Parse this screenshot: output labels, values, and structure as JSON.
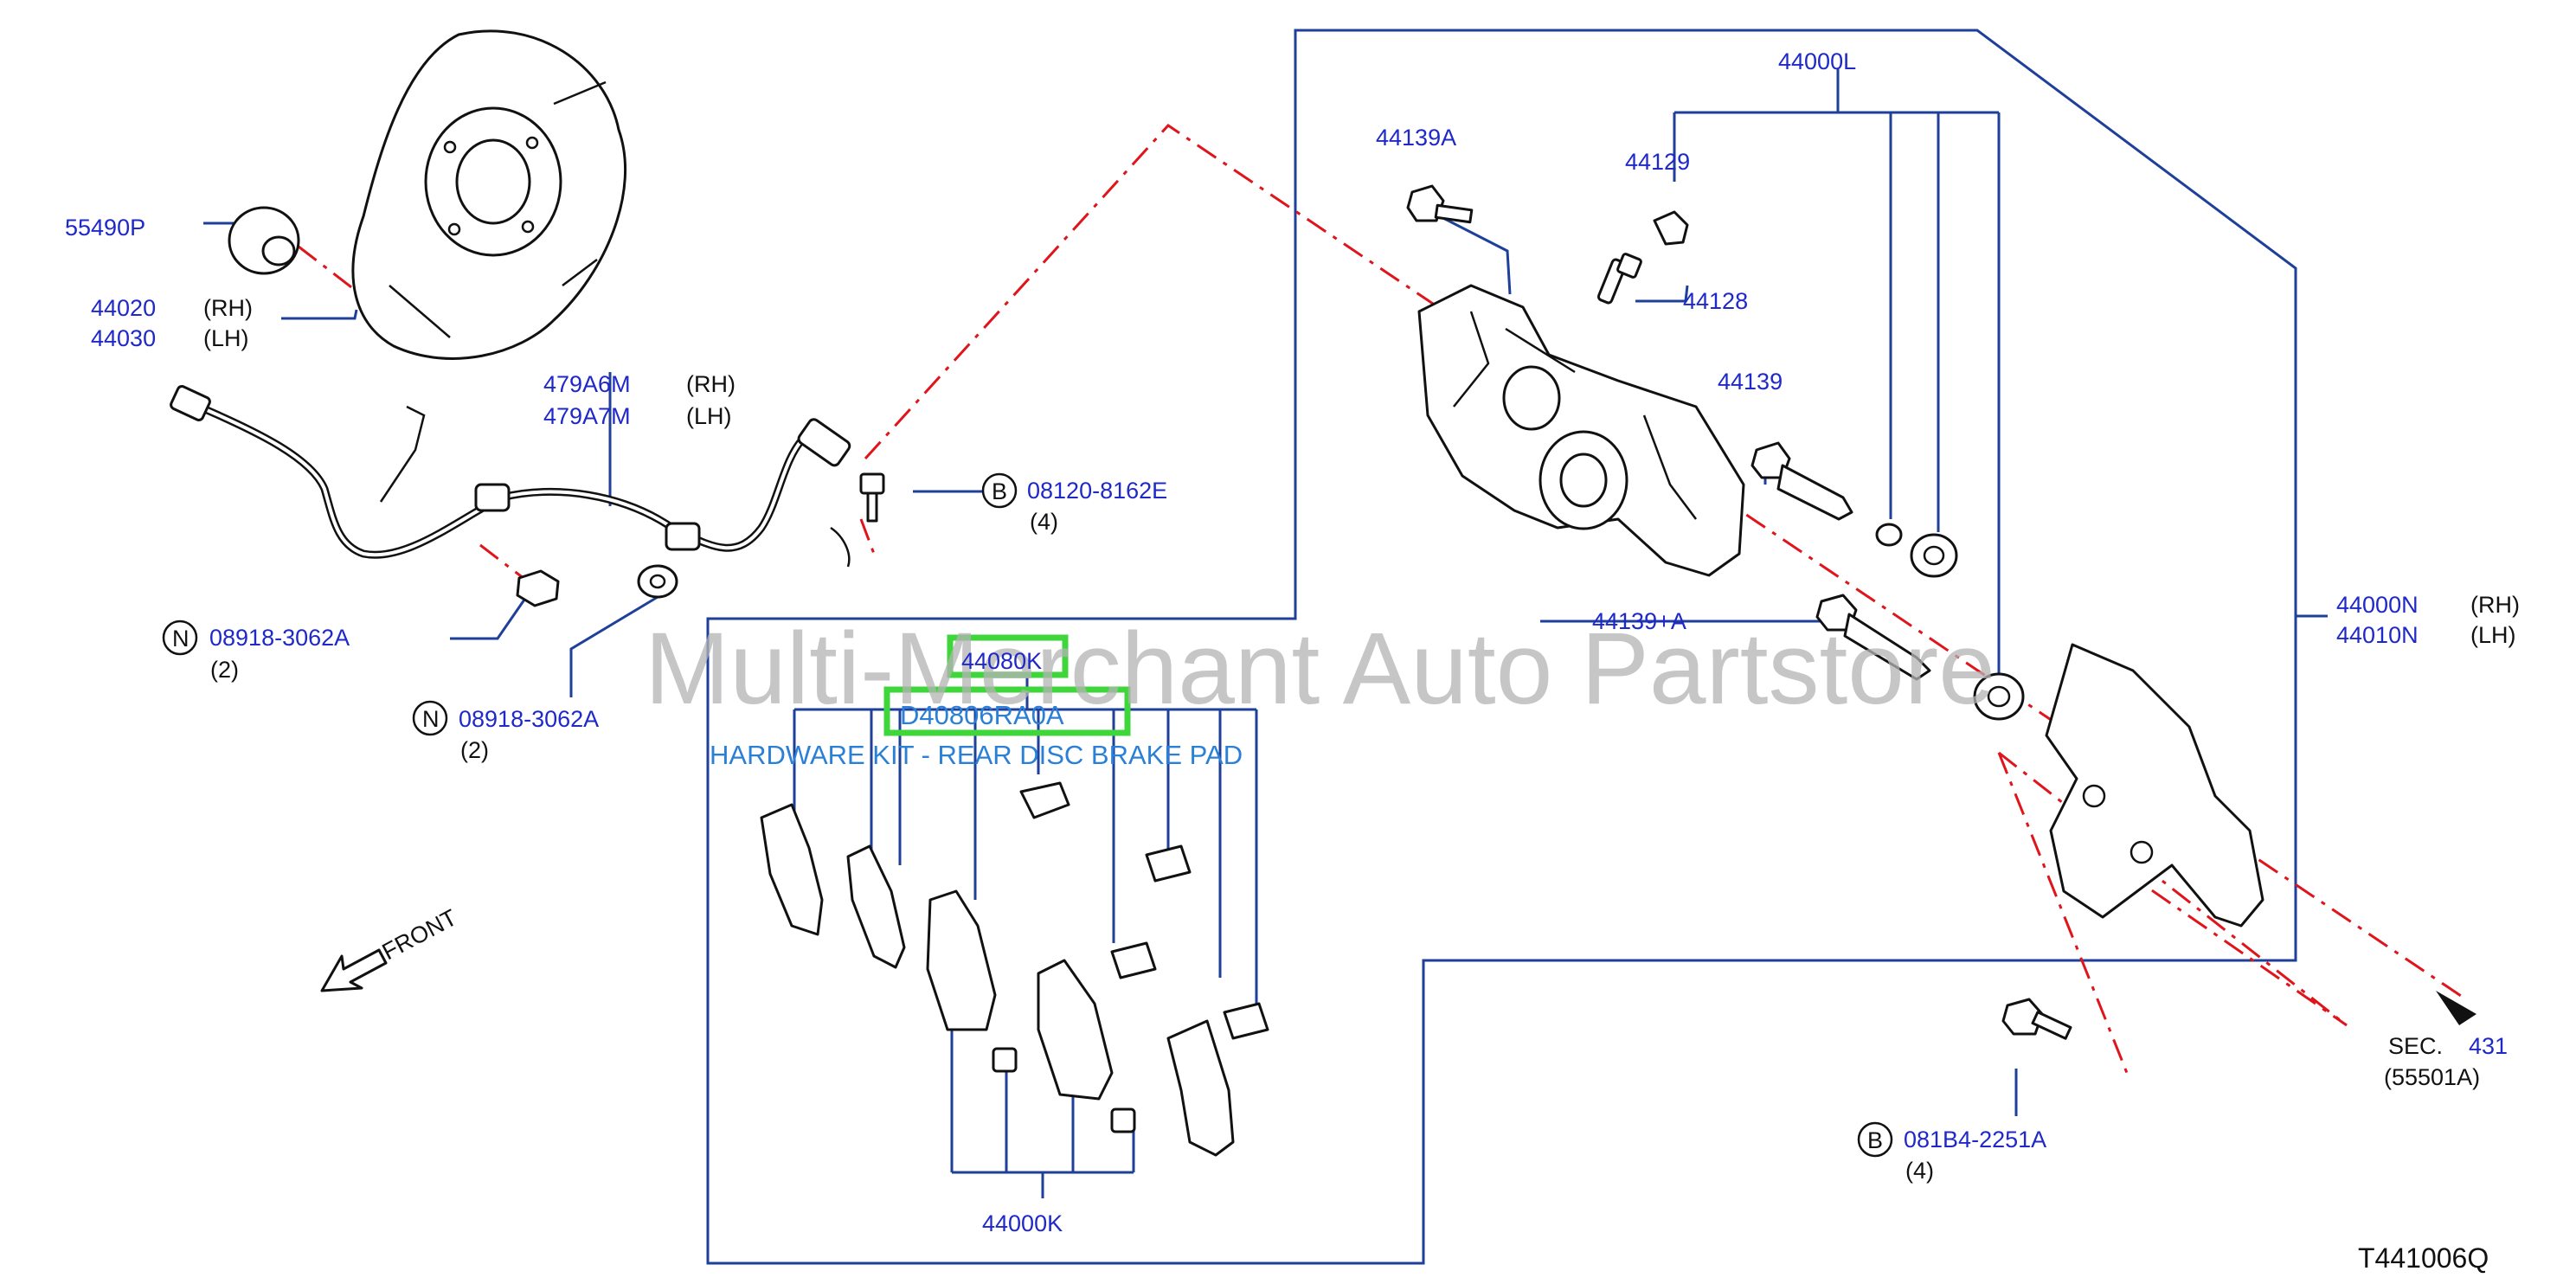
{
  "diagram": {
    "code": "T441006Q",
    "watermark": "Multi-Merchant Auto Partstore",
    "front_label": "FRONT",
    "kit_title": "HARDWARE KIT - REAR DISC BRAKE PAD",
    "highlight_color": "#3ed63a",
    "line_color": "#1e3f9a",
    "label_color": "#1f28c8",
    "parts": {
      "p55490P": "55490P",
      "p44020": "44020",
      "p44030": "44030",
      "rh": "(RH)",
      "lh": "(LH)",
      "p479A6M": "479A6M",
      "p479A7M": "479A7M",
      "b08120": "08120-8162E",
      "qty4": "(4)",
      "qty2": "(2)",
      "n08918": "08918-3062A",
      "p44139A": "44139A",
      "p44000L": "44000L",
      "p44129": "44129",
      "p44128": "44128",
      "p44139": "44139",
      "p44139plusA": "44139+A",
      "p44000N": "44000N",
      "p44010N": "44010N",
      "p44080K": "44080K",
      "pD40806": "D40806RA0A",
      "p44000K": "44000K",
      "b081B4": "081B4-2251A",
      "sec": "SEC.",
      "sec431": "431",
      "sec55501": "(55501A)",
      "circleB": "B",
      "circleN": "N"
    }
  }
}
